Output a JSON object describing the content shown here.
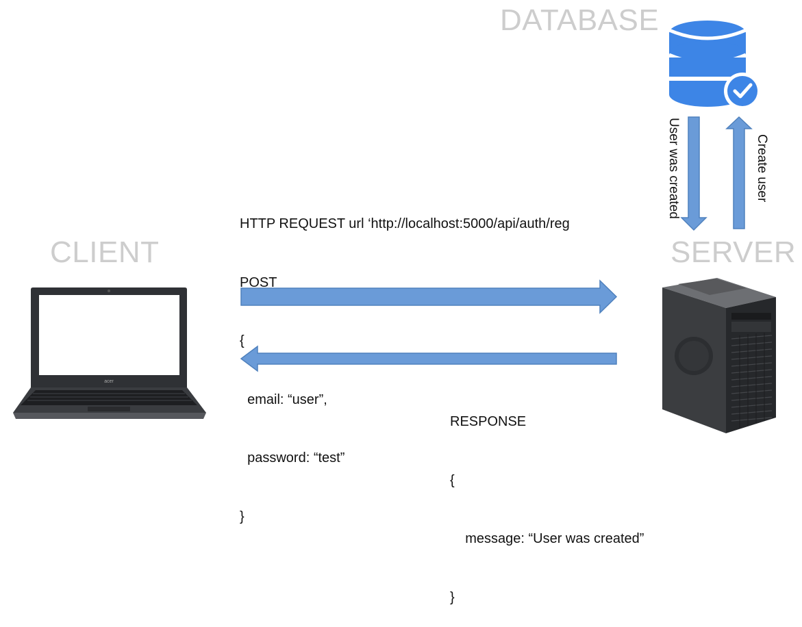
{
  "labels": {
    "database": "DATABASE",
    "client": "CLIENT",
    "server": "SERVER"
  },
  "request": {
    "lines": [
      "HTTP REQUEST url ‘http://localhost:5000/api/auth/reg",
      "POST",
      "{",
      "  email: “user”,",
      "  password: “test”",
      "}"
    ]
  },
  "response": {
    "lines": [
      "RESPONSE",
      "{",
      "    message: “User was created”",
      "}"
    ]
  },
  "db_arrows": {
    "down_label": "User was created",
    "up_label": "Create user"
  },
  "icons": {
    "database": "database-check-icon",
    "client": "laptop-icon",
    "server": "tower-pc-icon"
  },
  "colors": {
    "arrow_fill": "#6a9bd8",
    "arrow_stroke": "#4f81bd",
    "database_blue": "#3d85e6",
    "heading_gray": "#cdcdcd"
  }
}
